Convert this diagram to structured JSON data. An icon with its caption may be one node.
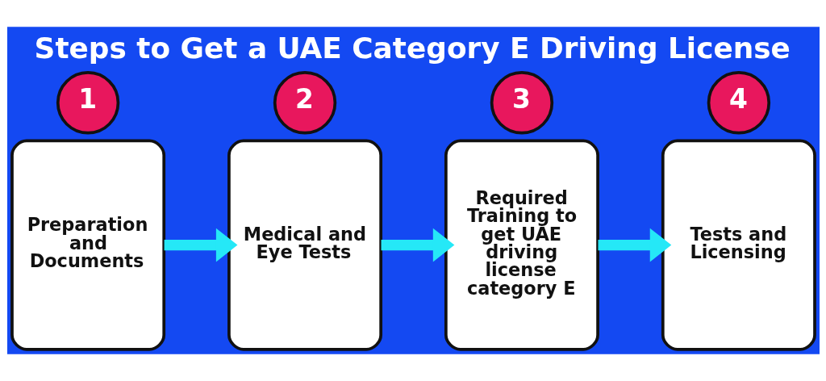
{
  "diagram": {
    "title": "Steps to Get a UAE Category E Driving License",
    "nodes": [
      {
        "text": [
          "1"
        ]
      },
      {
        "text": [
          "Preparation and Documents"
        ]
      },
      {
        "text": [
          "2"
        ]
      },
      {
        "text": [
          "Medical and Eye Tests"
        ]
      },
      {
        "text": [
          "3"
        ]
      },
      {
        "text": [
          "Required Training to get UAE driving license category E"
        ]
      },
      {
        "text": [
          "4"
        ]
      },
      {
        "text": [
          "Tests and Licensing"
        ]
      }
    ],
    "edges": [
      {
        "from": 1,
        "to": 3,
        "arrow": "to"
      },
      {
        "from": 3,
        "to": 5,
        "arrow": "to"
      },
      {
        "from": 5,
        "to": 7,
        "arrow": "to"
      }
    ]
  }
}
